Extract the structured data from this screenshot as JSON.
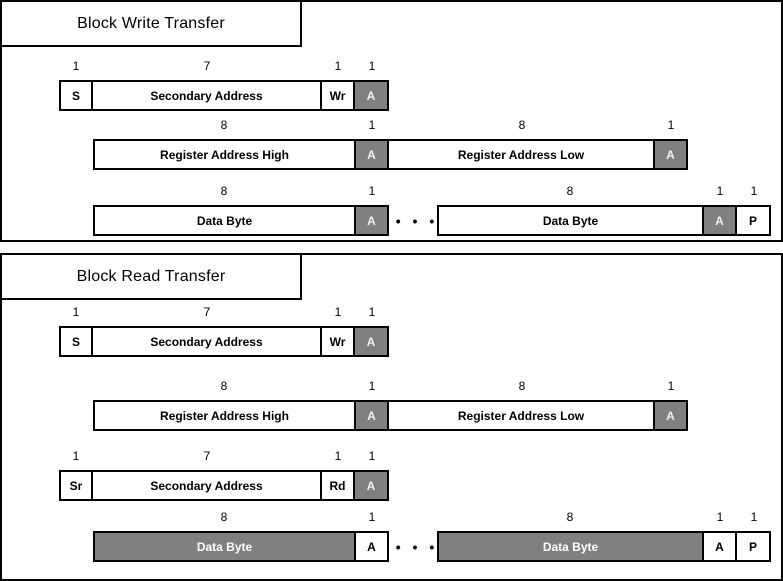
{
  "write_section": {
    "title": "Block Write Transfer",
    "row1": {
      "bits": [
        "1",
        "7",
        "1",
        "1"
      ],
      "cells": [
        "S",
        "Secondary Address",
        "Wr",
        "A"
      ]
    },
    "row2": {
      "bits": [
        "8",
        "1",
        "8",
        "1"
      ],
      "cells": [
        "Register Address High",
        "A",
        "Register Address Low",
        "A"
      ]
    },
    "row3": {
      "bits": [
        "8",
        "1",
        "8",
        "1",
        "1"
      ],
      "cells": [
        "Data Byte",
        "A",
        "Data Byte",
        "A",
        "P"
      ],
      "ellipsis": "• • •"
    }
  },
  "read_section": {
    "title": "Block Read Transfer",
    "row1": {
      "bits": [
        "1",
        "7",
        "1",
        "1"
      ],
      "cells": [
        "S",
        "Secondary Address",
        "Wr",
        "A"
      ]
    },
    "row2": {
      "bits": [
        "8",
        "1",
        "8",
        "1"
      ],
      "cells": [
        "Register Address High",
        "A",
        "Register Address Low",
        "A"
      ]
    },
    "row3": {
      "bits": [
        "1",
        "7",
        "1",
        "1"
      ],
      "cells": [
        "Sr",
        "Secondary Address",
        "Rd",
        "A"
      ]
    },
    "row4": {
      "bits": [
        "8",
        "1",
        "8",
        "1",
        "1"
      ],
      "cells": [
        "Data Byte",
        "A",
        "Data Byte",
        "A",
        "P"
      ],
      "ellipsis": "• • •"
    }
  },
  "colors": {
    "ack_fill": "#808080",
    "ack_text": "#f0f0f0",
    "border": "#000000",
    "background": "#ffffff"
  }
}
